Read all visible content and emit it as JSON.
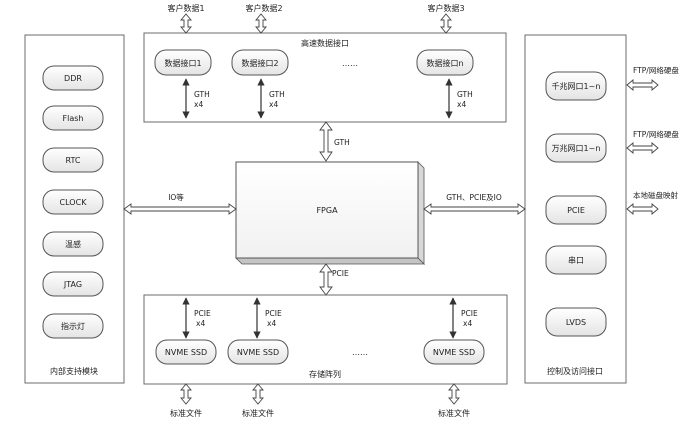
{
  "left_module": {
    "title": "内部支持模块",
    "items": [
      "DDR",
      "Flash",
      "RTC",
      "CLOCK",
      "温感",
      "JTAG",
      "指示灯"
    ]
  },
  "right_module": {
    "title": "控制及访问接口",
    "items": [
      "千兆网口1~n",
      "万兆网口1~n",
      "PCIE",
      "串口",
      "LVDS"
    ],
    "outputs": [
      "FTP/网络硬盘",
      "FTP/网络硬盘",
      "本地磁盘映射"
    ]
  },
  "top_module": {
    "title": "高速数据接口",
    "ports": [
      "数据接口1",
      "数据接口2",
      "数据接口n"
    ],
    "ellipsis": "……",
    "inputs": [
      "客户数据1",
      "客户数据2",
      "客户数据3"
    ],
    "link_label": "GTH",
    "link_count": "x4"
  },
  "bottom_module": {
    "title": "存储阵列",
    "disks": [
      "NVME SSD",
      "NVME SSD",
      "NVME SSD"
    ],
    "ellipsis": "……",
    "outputs": [
      "标准文件",
      "标准文件",
      "标准文件"
    ],
    "link_label": "PCIE",
    "link_count": "x4"
  },
  "fpga": {
    "label": "FPGA",
    "left_link": "IO等",
    "right_link": "GTH、PCIE及IO",
    "top_link": "GTH",
    "bottom_link": "PCIE"
  }
}
